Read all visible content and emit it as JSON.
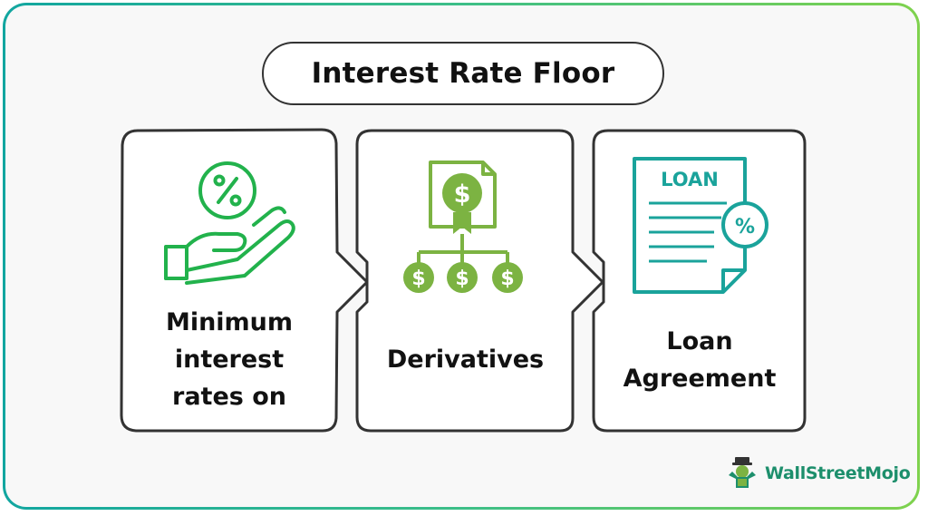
{
  "title": "Interest Rate Floor",
  "steps": [
    {
      "label_lines": [
        "Minimum",
        "interest",
        "rates on"
      ],
      "icon": "hand-percent-icon",
      "color": "#22b24c"
    },
    {
      "label_lines": [
        "Derivatives"
      ],
      "icon": "dollar-certificate-icon",
      "color": "#7cb342"
    },
    {
      "label_lines": [
        "Loan",
        "Agreement"
      ],
      "icon": "loan-document-icon",
      "color": "#1aa39b",
      "icon_text": "LOAN"
    }
  ],
  "brand": {
    "name": "WallStreetMojo",
    "icon": "mojo-logo-icon",
    "color": "#1d8f6c"
  },
  "colors": {
    "border_gradient": [
      "#12a6a0",
      "#7fd24e"
    ],
    "outline": "#333333"
  }
}
